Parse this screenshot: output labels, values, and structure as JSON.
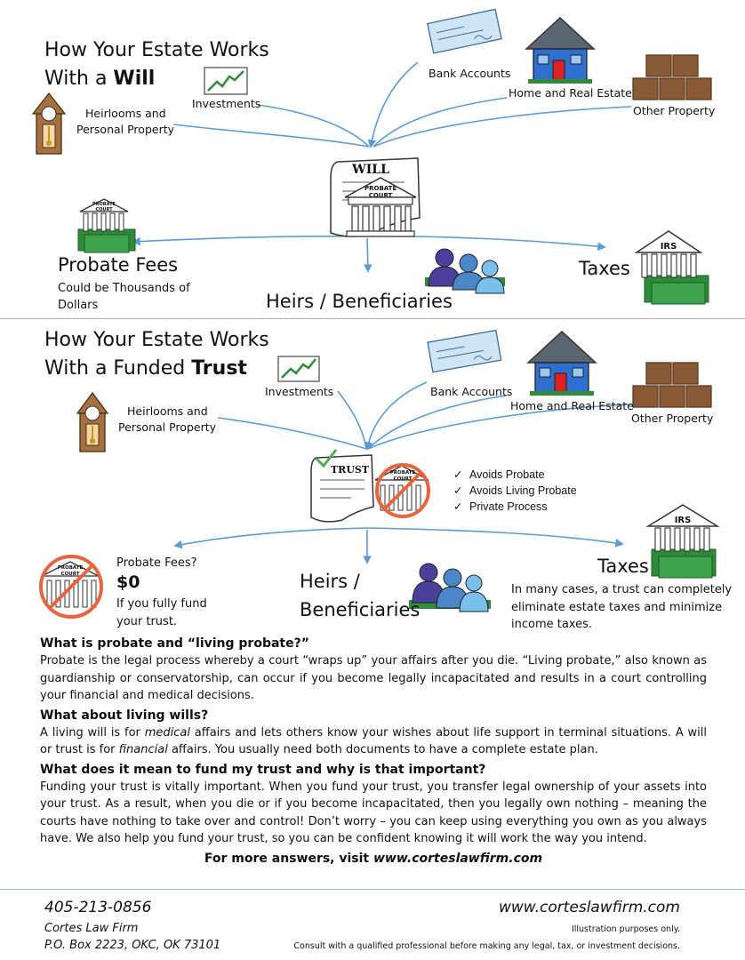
{
  "will_section": {
    "title_line1": "How Your Estate Works",
    "title_line2_prefix": "With a ",
    "title_line2_bold": "Will",
    "labels": {
      "bank": "Bank Accounts",
      "home": "Home and Real Estate",
      "other": "Other Property",
      "investments": "Investments",
      "heirlooms_1": "Heirlooms and",
      "heirlooms_2": "Personal Property"
    },
    "will_doc": "WILL",
    "probate_court": "PROBATE COURT",
    "probate_fees": "Probate Fees",
    "fees_desc_1": "Could be Thousands of",
    "fees_desc_2": "Dollars",
    "heirs": "Heirs / Beneficiaries",
    "taxes": "Taxes",
    "irs": "IRS"
  },
  "trust_section": {
    "title_line1": "How Your Estate Works",
    "title_line2_prefix": "With a Funded ",
    "title_line2_bold": "Trust",
    "labels": {
      "bank": "Bank Accounts",
      "home": "Home and Real Estate",
      "other": "Other Property",
      "investments": "Investments",
      "heirlooms_1": "Heirlooms and",
      "heirlooms_2": "Personal Property"
    },
    "trust_doc": "TRUST",
    "probate_court": "PROBATE COURT",
    "benefits": [
      "Avoids Probate",
      "Avoids Living Probate",
      "Private Process"
    ],
    "fees_q": "Probate Fees?",
    "fees_val": "$0",
    "fees_note_1": "If you fully fund",
    "fees_note_2": "your trust.",
    "heirs_1": "Heirs /",
    "heirs_2": "Beneficiaries",
    "taxes": "Taxes",
    "irs": "IRS",
    "tax_note_1": "In many cases, a trust can completely",
    "tax_note_2": "eliminate estate taxes and minimize",
    "tax_note_3": "income taxes."
  },
  "faq": {
    "q1": "What is probate and “living probate?”",
    "a1": "Probate is the legal process whereby a court “wraps up” your affairs after you die. “Living probate,” also known as guardianship or conservatorship, can occur if you become legally incapacitated and results in a court controlling your financial and medical decisions.",
    "q2": "What about living wills?",
    "a2_part1": "A living will is for ",
    "a2_em1": "medical",
    "a2_part2": " affairs and lets others know your wishes about life support in terminal situations. A will or trust is for ",
    "a2_em2": "financial",
    "a2_part3": " affairs. You usually need both documents to have a complete estate plan.",
    "q3": "What does it mean to fund my trust and why is that important?",
    "a3": "Funding your trust is vitally important. When you fund your trust, you transfer legal ownership of your assets into your trust. As a result, when you die or if you become incapacitated, then you legally own nothing – meaning the courts have nothing to take over and control! Don’t worry – you can keep using everything you own as you always have. We also help you fund your trust, so you can be confident knowing it will work the way you intend.",
    "cta_prefix": "For more answers, visit ",
    "cta_link": "www.corteslawfirm.com"
  },
  "footer": {
    "phone": "405-213-0856",
    "firm": "Cortes Law Firm",
    "address": "P.O. Box 2223, OKC, OK 73101",
    "website": "www.corteslawfirm.com",
    "note1": "Illustration purposes only.",
    "note2": "Consult with a qualified professional before making any legal, tax, or investment decisions."
  },
  "colors": {
    "arrow": "#5b9bd5",
    "rule": "#9fb4cc",
    "house_roof": "#5a6672",
    "house_wall": "#2f6fd0",
    "door": "#d22",
    "box": "#8a5a36",
    "cash": "#2e8b3a",
    "no_sign": "#e8643c",
    "check_green": "#4caf50"
  }
}
